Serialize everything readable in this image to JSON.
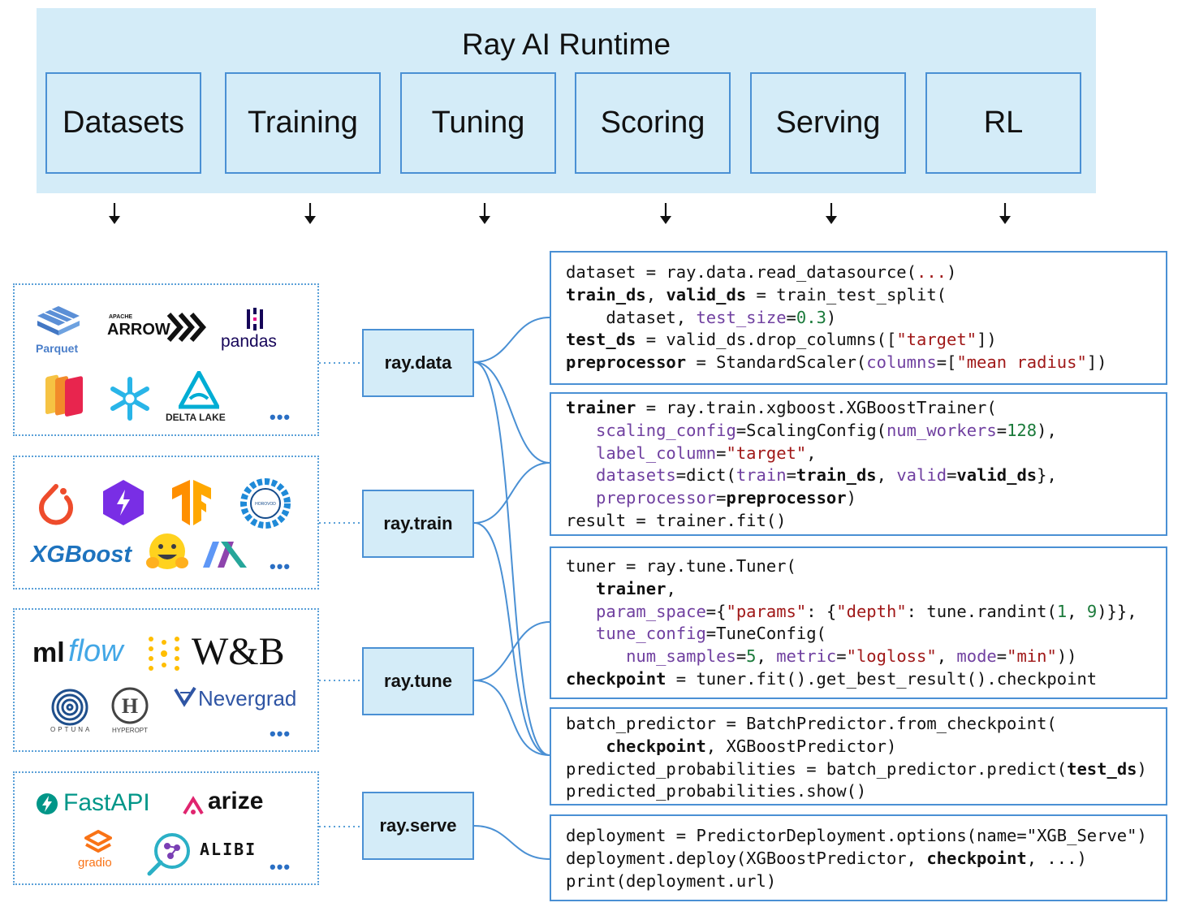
{
  "runtime": {
    "title": "Ray AI Runtime",
    "components": [
      "Datasets",
      "Training",
      "Tuning",
      "Scoring",
      "Serving",
      "RL"
    ]
  },
  "libraries": {
    "data": "ray.data",
    "train": "ray.train",
    "tune": "ray.tune",
    "serve": "ray.serve"
  },
  "ecosystem": {
    "data": {
      "parquet": "Parquet",
      "arrow_top": "APACHE",
      "arrow": "ARROW",
      "pandas": "pandas",
      "delta": "DELTA LAKE",
      "more": "•••"
    },
    "train": {
      "xgboost": "XGBoost",
      "more": "•••"
    },
    "tune": {
      "mlflow_a": "ml",
      "mlflow_b": "flow",
      "wandb": "W&B",
      "nevergrad": "Nevergrad",
      "optuna": "OPTUNA",
      "hyperopt": "HYPEROPT",
      "more": "•••"
    },
    "serve": {
      "fastapi": "FastAPI",
      "arize": "arize",
      "gradio": "gradio",
      "alibi": "ALIBI",
      "more": "•••"
    }
  },
  "colors": {
    "accent": "#4a90d4",
    "panel": "#d4ecf8",
    "param": "#7040a0",
    "string": "#a01818",
    "number": "#1a7a3a"
  }
}
